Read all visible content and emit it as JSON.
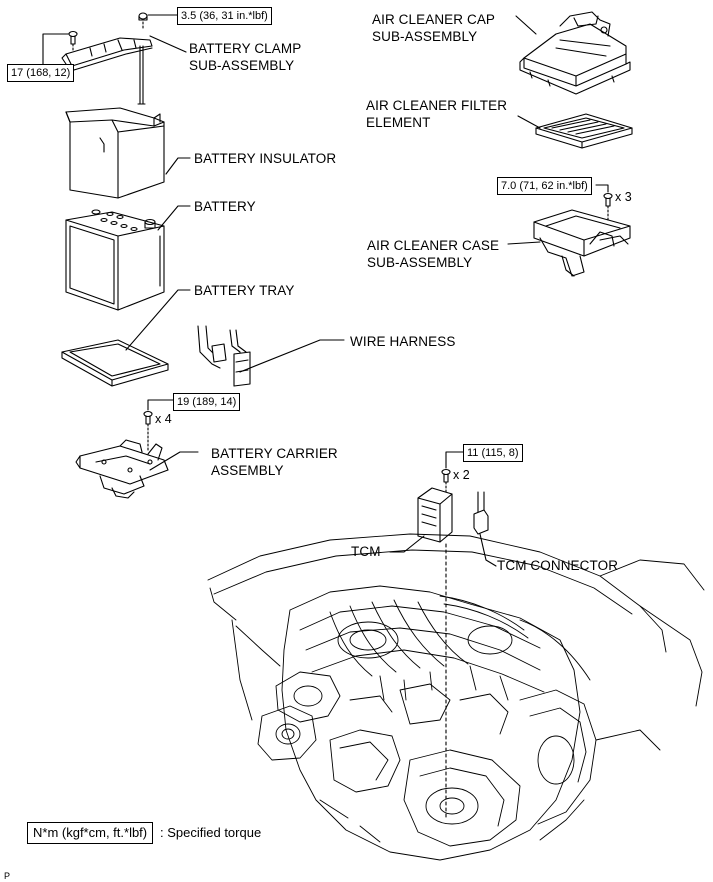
{
  "labels": {
    "battery_clamp": "BATTERY CLAMP\nSUB-ASSEMBLY",
    "battery_insulator": "BATTERY INSULATOR",
    "battery": "BATTERY",
    "battery_tray": "BATTERY TRAY",
    "wire_harness": "WIRE HARNESS",
    "battery_carrier": "BATTERY CARRIER\nASSEMBLY",
    "air_cleaner_cap": "AIR CLEANER CAP\nSUB-ASSEMBLY",
    "air_cleaner_filter": "AIR CLEANER FILTER\nELEMENT",
    "air_cleaner_case": "AIR CLEANER CASE\nSUB-ASSEMBLY",
    "tcm": "TCM",
    "tcm_connector": "TCM CONNECTOR"
  },
  "torques": {
    "clamp_nut": "3.5 (36, 31 in.*lbf)",
    "clamp_bolt": "17 (168, 12)",
    "carrier_bolts": "19 (189, 14)",
    "tcm_bolts": "11 (115, 8)",
    "case_bolts": "7.0 (71, 62 in.*lbf)"
  },
  "quantities": {
    "carrier": "x 4",
    "tcm": "x 2",
    "case": "x 3"
  },
  "legend": {
    "unit_box": "N*m (kgf*cm, ft.*lbf)",
    "description": ": Specified torque"
  },
  "page_code": "P",
  "colors": {
    "ink": "#000000",
    "paper": "#ffffff"
  }
}
